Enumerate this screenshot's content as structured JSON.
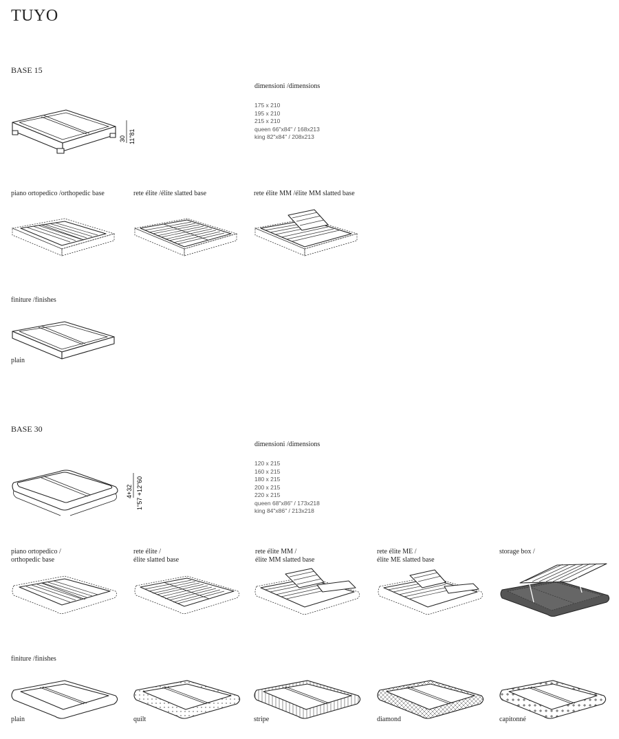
{
  "title": "TUYO",
  "base15": {
    "heading": "BASE 15",
    "dimensions_label": "dimensioni /dimensions",
    "dimensions": [
      "175 x 210",
      "195 x 210",
      "215 x 210",
      "queen 66\"x84\"  / 168x213",
      "king 82\"x84\"  / 208x213"
    ],
    "height_cm": "30",
    "height_in": "11\"81",
    "bases": [
      "piano ortopedico /orthopedic base",
      "rete élite /élite slatted base",
      "rete élite MM /élite MM slatted base"
    ],
    "finishes_label": "finiture /finishes",
    "finishes": [
      "plain"
    ]
  },
  "base30": {
    "heading": "BASE 30",
    "dimensions_label": "dimensioni /dimensions",
    "dimensions": [
      "120 x 215",
      "160 x 215",
      "180 x 215",
      "200 x 215",
      "220 x 215",
      "queen 68\"x86\"  / 173x218",
      "king 84\"x86\"  / 213x218"
    ],
    "height_cm": "4+32",
    "height_in": "1\"57 +12\"60",
    "bases": [
      {
        "line1": "piano ortopedico /",
        "line2": "orthopedic base"
      },
      {
        "line1": "rete élite /",
        "line2": "élite slatted base"
      },
      {
        "line1": "rete élite MM /",
        "line2": "élite MM slatted base"
      },
      {
        "line1": "rete élite ME /",
        "line2": "élite ME slatted base"
      },
      {
        "line1": "storage box /",
        "line2": ""
      }
    ],
    "finishes_label": "finiture /finishes",
    "finishes": [
      "plain",
      "quilt",
      "stripe",
      "diamond",
      "capitonné"
    ]
  }
}
